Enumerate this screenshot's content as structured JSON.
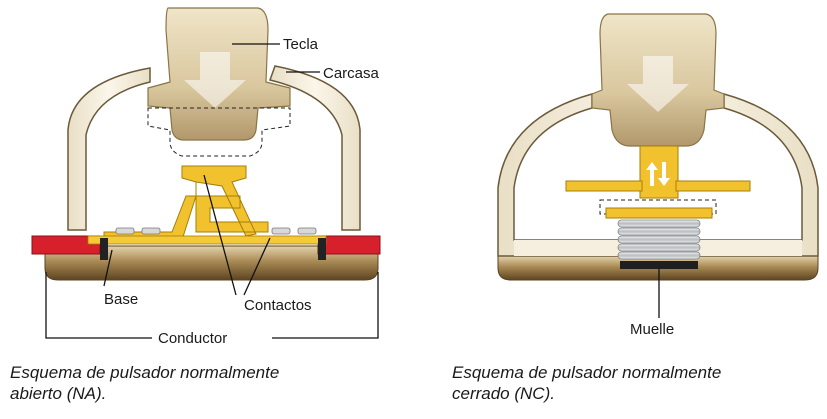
{
  "diagram_na": {
    "labels": {
      "key": "Tecla",
      "housing": "Carcasa",
      "base": "Base",
      "contacts": "Contactos",
      "conductor": "Conductor"
    },
    "caption_line1": "Esquema de pulsador normalmente",
    "caption_line2": "abierto (NA)."
  },
  "diagram_nc": {
    "labels": {
      "spring": "Muelle"
    },
    "caption_line1": "Esquema de pulsador normalmente",
    "caption_line2": "cerrado (NC)."
  },
  "colors": {
    "housing": "#f2ead8",
    "housing_edge": "#6b5a3a",
    "key_top": "#e6d9b8",
    "key_bottom": "#b89f73",
    "contact": "#f2c12e",
    "contact_edge": "#a57f06",
    "base_top": "#d9c79e",
    "base_bottom": "#6e5326",
    "terminal": "#d6202b",
    "spring": "#c4c6c9"
  }
}
